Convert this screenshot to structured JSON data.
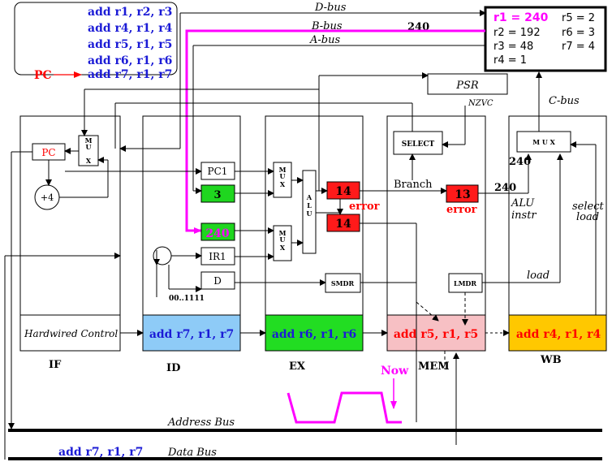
{
  "program": [
    "add r1, r2, r3",
    "add r4, r1, r4",
    "add r5, r1, r5",
    "add r6, r1, r6",
    "add r7, r1, r7"
  ],
  "pc_label": "PC",
  "buses": {
    "d": "D-bus",
    "b": "B-bus",
    "a": "A-bus",
    "c": "C-bus",
    "address": "Address Bus",
    "data": "Data Bus"
  },
  "b_bus_value": "240",
  "registers": {
    "r1": "r1 = 240",
    "r2": "r2 = 192",
    "r3": "r3 = 48",
    "r4": "r4 = 1",
    "r5": "r5 = 2",
    "r6": "r6 = 3",
    "r7": "r7 = 4"
  },
  "psr": {
    "label": "PSR",
    "flags": "NZVC"
  },
  "stages": {
    "if": "IF",
    "id": "ID",
    "ex": "EX",
    "mem": "MEM",
    "wb": "WB"
  },
  "stage_instr": {
    "if": "Hardwired Control",
    "id": "add r7, r1, r7",
    "ex": "add r6, r1, r6",
    "mem": "add r5, r1, r5",
    "wb": "add r4, r1, r4"
  },
  "if_stage": {
    "pc": "PC",
    "plus4": "+4"
  },
  "id_stage": {
    "pc1": "PC1",
    "b_value": "3",
    "a_value": "240",
    "ir1": "IR1",
    "d": "D",
    "const": "00..1111"
  },
  "ex_stage": {
    "alu": "ALU",
    "out_top": "14",
    "out_bottom": "14",
    "error": "error",
    "smdr": "SMDR"
  },
  "mem_stage": {
    "select": "SELECT",
    "branch": "Branch",
    "out": "13",
    "error": "error",
    "out_value": "240",
    "lmdr": "LMDR"
  },
  "wb_stage": {
    "mux_value": "240",
    "alu_instr": "ALU instr",
    "select_load": "select load",
    "load": "load"
  },
  "mux_label": "MUX",
  "now_label": "Now",
  "data_bus_instr": "add r7, r1, r7",
  "colors": {
    "blue": "#1b1bd6",
    "red": "#ff0000",
    "magenta": "#ff00ff",
    "green_box": "#1fd61f",
    "id_fill": "#8ecbf7",
    "ex_fill": "#22dd22",
    "mem_fill": "#f7c0c4",
    "wb_fill": "#ffc800",
    "red_box": "#ff1a1a"
  }
}
